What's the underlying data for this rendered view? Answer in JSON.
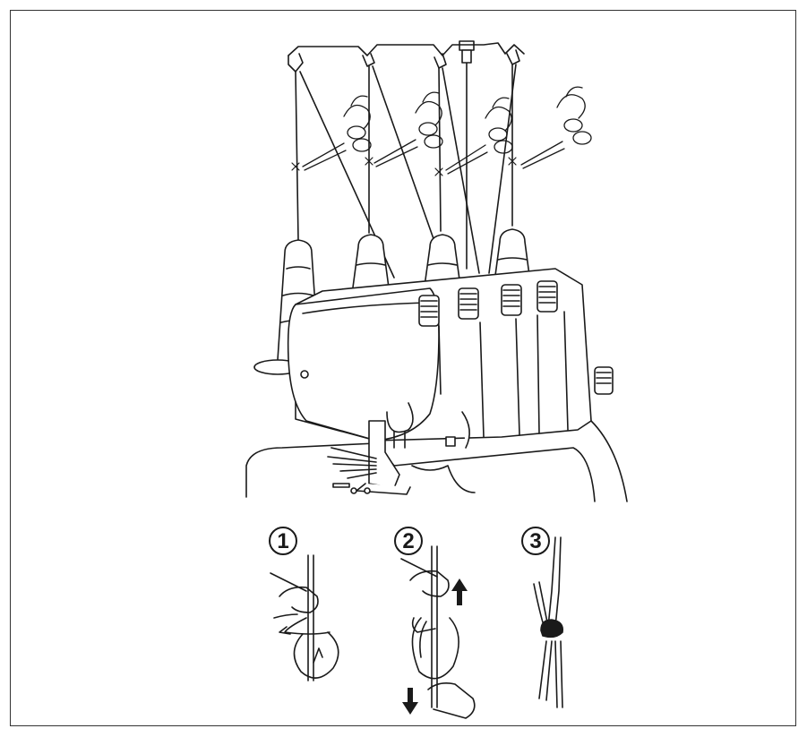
{
  "steps": [
    {
      "number": "1"
    },
    {
      "number": "2"
    },
    {
      "number": "3"
    }
  ],
  "colors": {
    "ink": "#1a1a1a",
    "paper": "#ffffff"
  },
  "icons": [
    "scissors-icon",
    "arrow-up-icon",
    "arrow-down-icon"
  ]
}
